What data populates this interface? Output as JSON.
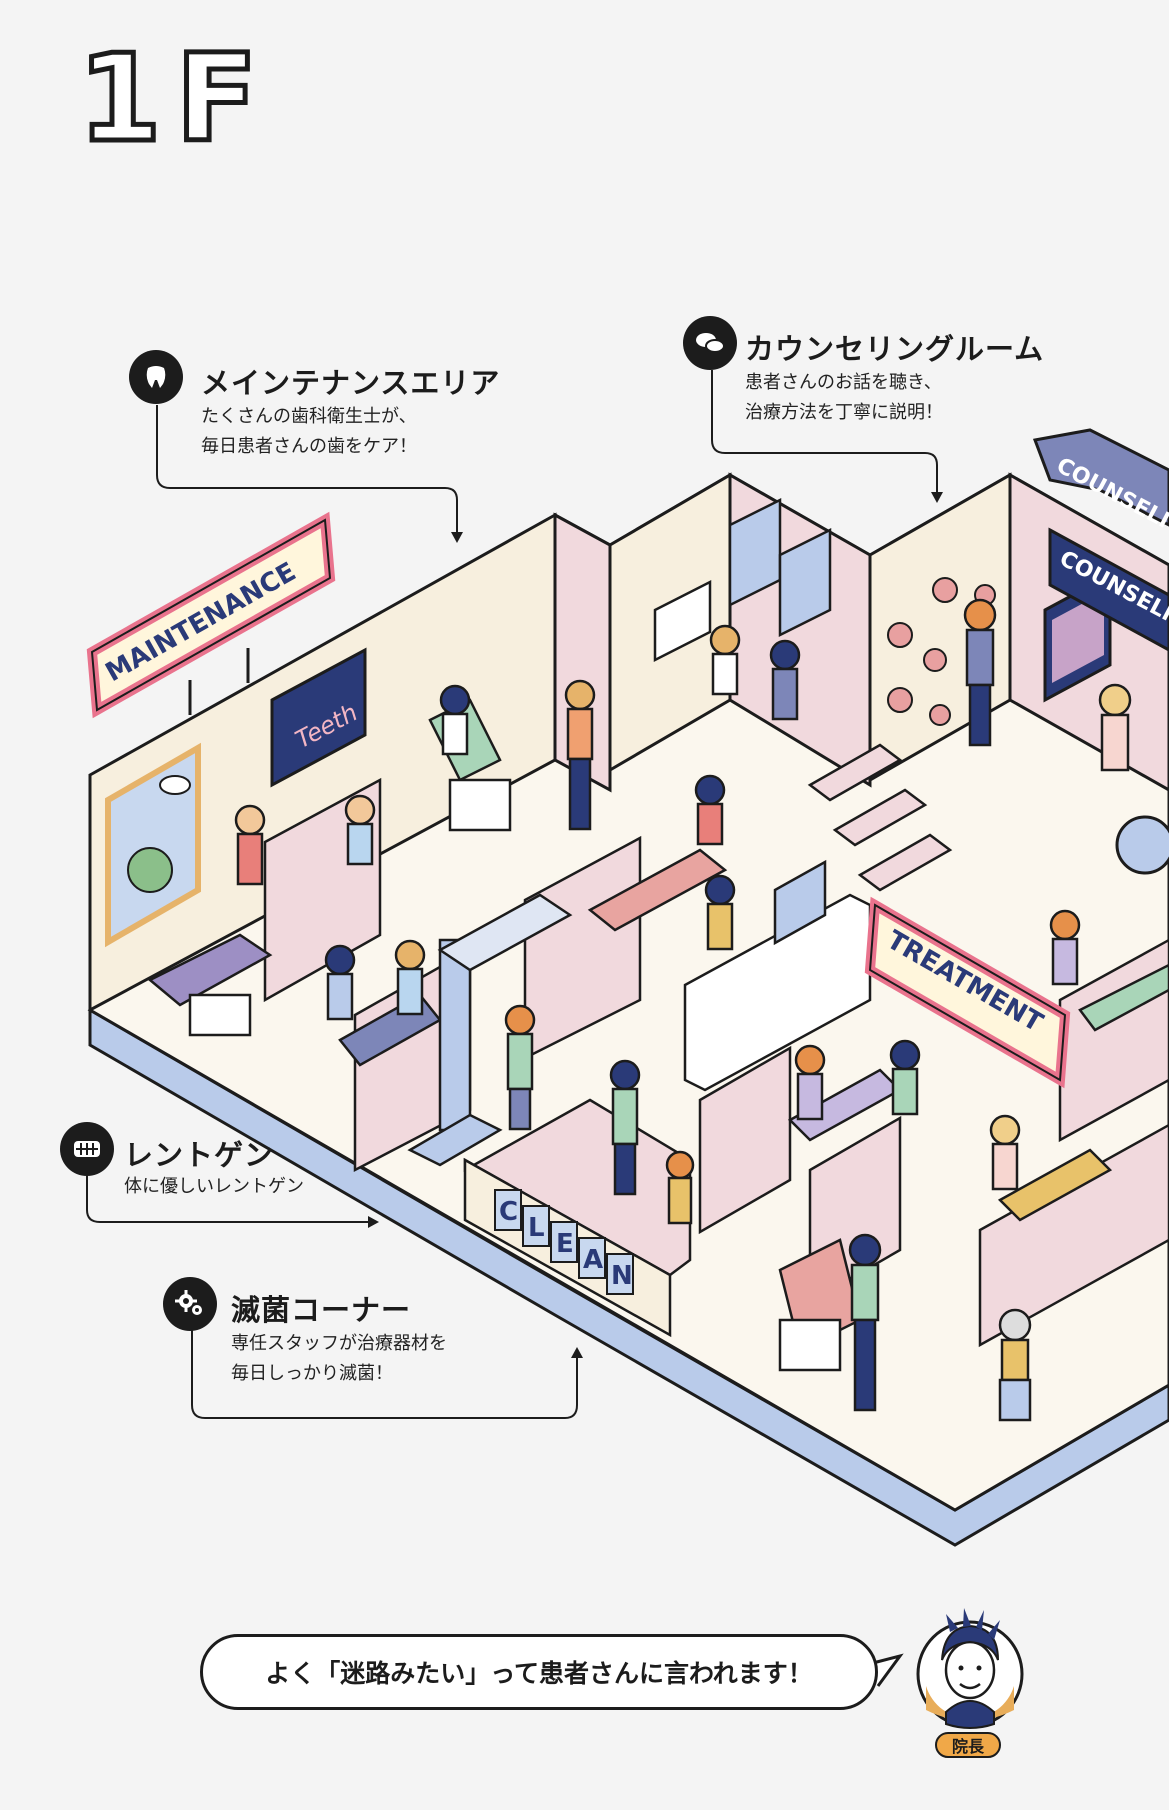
{
  "floor": "1F",
  "callouts": {
    "maintenance": {
      "icon": "tooth-sparkle-icon",
      "title": "メインテナンスエリア",
      "desc1": "たくさんの歯科衛生士が、",
      "desc2": "毎日患者さんの歯をケア！"
    },
    "counseling": {
      "icon": "chat-bubbles-icon",
      "title": "カウンセリングルーム",
      "desc1": "患者さんのお話を聴き、",
      "desc2": "治療方法を丁寧に説明！"
    },
    "xray": {
      "icon": "teeth-xray-icon",
      "title": "レントゲン",
      "desc1": "体に優しいレントゲン"
    },
    "sterilization": {
      "icon": "gears-icon",
      "title": "滅菌コーナー",
      "desc1": "専任スタッフが治療器材を",
      "desc2": "毎日しっかり滅菌！"
    }
  },
  "signs": {
    "maintenance": "MAINTENANCE",
    "teeth": "Teeth",
    "counseling1": "COUNSELI",
    "counseling2": "COUNSELI",
    "treatment": "TREATMENT",
    "clean": [
      "C",
      "L",
      "E",
      "A",
      "N"
    ]
  },
  "speech": "よく「迷路みたい」って患者さんに言われます！",
  "director_label": "院長",
  "colors": {
    "outline": "#1c1c1c",
    "floor": "#fbf7ee",
    "wall": "#f7efde",
    "pink_wall": "#f1d9dd",
    "base_blue": "#b9cbea",
    "accent_orange": "#f0a848"
  }
}
